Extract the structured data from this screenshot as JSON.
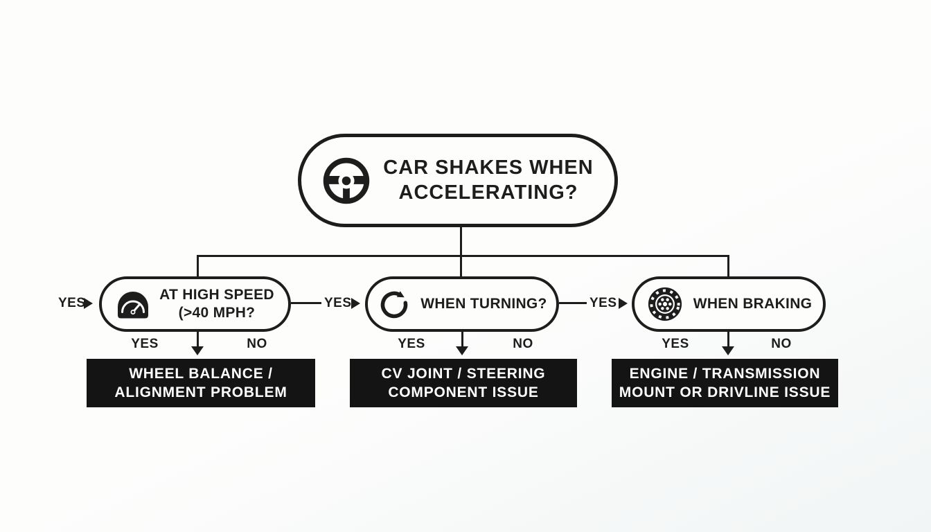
{
  "title": "Car shakes when accelerating troubleshooting flowchart",
  "colors": {
    "ink": "#1d1d1d",
    "node_bg": "#fdfdfb",
    "result_bg": "#141414",
    "result_text": "#ffffff",
    "background_start": "#fdfdfc",
    "background_end": "#f1f5f5"
  },
  "root": {
    "icon": "steering-wheel-icon",
    "line1": "CAR SHAKES WHEN",
    "line2": "ACCELERATING?"
  },
  "connectors": {
    "entry_yes": "YES",
    "d1_to_d2_yes": "YES",
    "d2_to_d3_yes": "YES"
  },
  "decisions": [
    {
      "icon": "speedometer-icon",
      "line1": "AT HIGH SPEED",
      "line2": "(>40 MPH?",
      "yes": "YES",
      "no": "NO",
      "result_line1": "WHEEL BALANCE /",
      "result_line2": "ALIGNMENT PROBLEM"
    },
    {
      "icon": "rotation-arrow-icon",
      "line1": "WHEN TURNING?",
      "line2": "",
      "yes": "YES",
      "no": "NO",
      "result_line1": "CV JOINT / STEERING",
      "result_line2": "COMPONENT ISSUE"
    },
    {
      "icon": "brake-disc-icon",
      "line1": "WHEN BRAKING",
      "line2": "",
      "yes": "YES",
      "no": "NO",
      "result_line1": "ENGINE / TRANSMISSION",
      "result_line2": "MOUNT OR DRIVLINE ISSUE"
    }
  ]
}
